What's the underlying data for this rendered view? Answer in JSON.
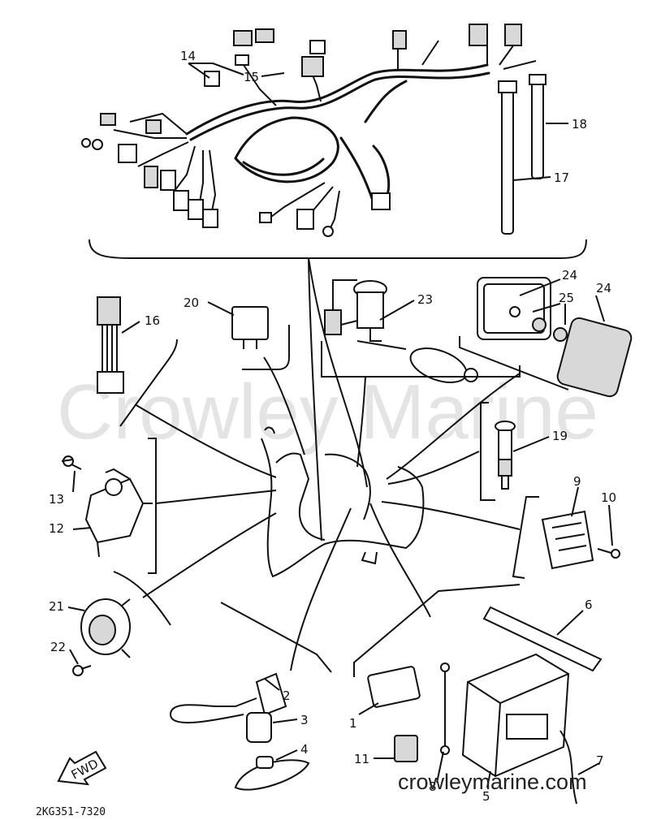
{
  "watermark": "Crowley Marine",
  "site_label": "crowleymarine.com",
  "diagram_code": "2KG351-7320",
  "fwd_label": "FWD",
  "callouts": {
    "c1": "1",
    "c2": "2",
    "c3": "3",
    "c4": "4",
    "c5": "5",
    "c6": "6",
    "c7": "7",
    "c8": "8",
    "c9": "9",
    "c10": "10",
    "c11": "11",
    "c12": "12",
    "c13": "13",
    "c14": "14",
    "c15": "15",
    "c16": "16",
    "c17": "17",
    "c18": "18",
    "c19": "19",
    "c20": "20",
    "c21": "21",
    "c22": "22",
    "c23": "23",
    "c24a": "24",
    "c24b": "24",
    "c25": "25"
  }
}
